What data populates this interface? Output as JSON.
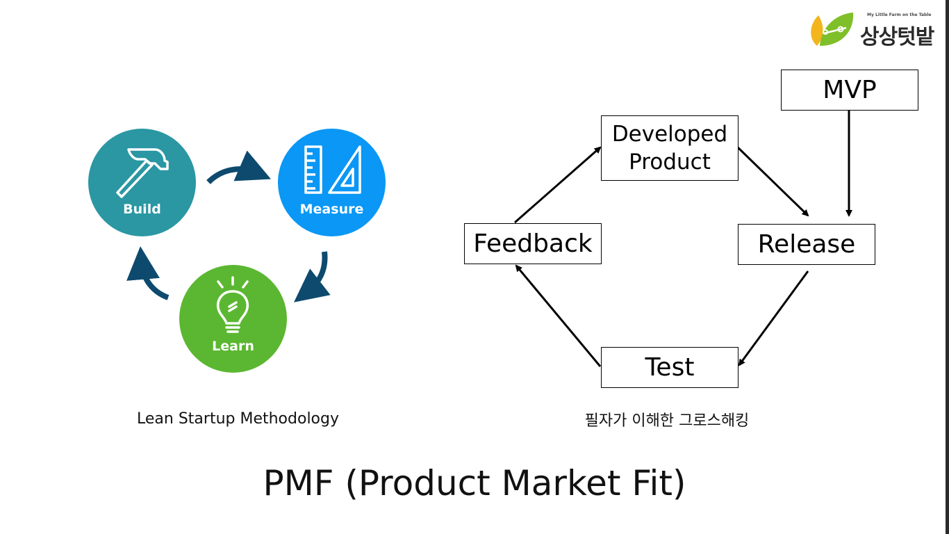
{
  "logo": {
    "tagline": "My Little Farm on the Table",
    "name": "상상텃밭",
    "colors": {
      "leaf_yellow": "#f2b51d",
      "leaf_green": "#7fbf2a"
    }
  },
  "lean_cycle": {
    "caption": "Lean Startup Methodology",
    "nodes": [
      {
        "label": "Build",
        "icon": "hammer-icon",
        "color": "#2a97a3"
      },
      {
        "label": "Measure",
        "icon": "ruler-triangle-icon",
        "color": "#0a97f5"
      },
      {
        "label": "Learn",
        "icon": "lightbulb-icon",
        "color": "#5bb731"
      }
    ],
    "arrow_color": "#0d4a6e"
  },
  "growth_cycle": {
    "caption": "필자가 이해한 그로스해킹",
    "boxes": {
      "mvp": "MVP",
      "developed_product": "Developed\nProduct",
      "feedback": "Feedback",
      "release": "Release",
      "test": "Test"
    },
    "edges": [
      {
        "from": "MVP",
        "to": "Release"
      },
      {
        "from": "Developed Product",
        "to": "Release"
      },
      {
        "from": "Release",
        "to": "Test"
      },
      {
        "from": "Test",
        "to": "Feedback"
      },
      {
        "from": "Feedback",
        "to": "Developed Product"
      }
    ]
  },
  "title": "PMF (Product Market Fit)"
}
